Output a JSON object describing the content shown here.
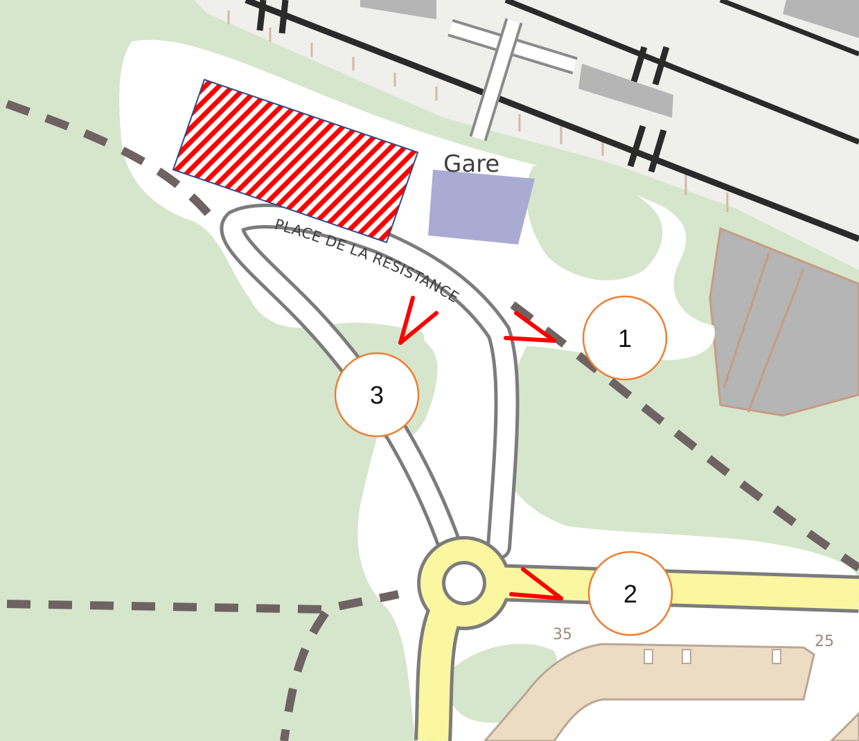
{
  "labels": {
    "station": "Gare",
    "street": "PLACE DE LA RESISTANCE",
    "house_number_left": "35",
    "house_number_right": "25"
  },
  "markers": [
    {
      "id": "1",
      "label": "1"
    },
    {
      "id": "2",
      "label": "2"
    },
    {
      "id": "3",
      "label": "3"
    }
  ],
  "colors": {
    "park": "#d6e6cc",
    "plaza": "#ffffff",
    "railway_band": "#efefeb",
    "rail_line": "#2a2a2a",
    "building_grey": "#b5b5b5",
    "building_beige": "#eddcc4",
    "station_square": "#aaabd2",
    "main_road": "#fbf6a0",
    "road_outline": "#7c7c7c",
    "footpath": "#6e6262",
    "arrow": "#ff0000",
    "marker_stroke": "#ed7d31",
    "hatch_red": "#ff0000",
    "hatch_outline": "#2f4a8a"
  }
}
